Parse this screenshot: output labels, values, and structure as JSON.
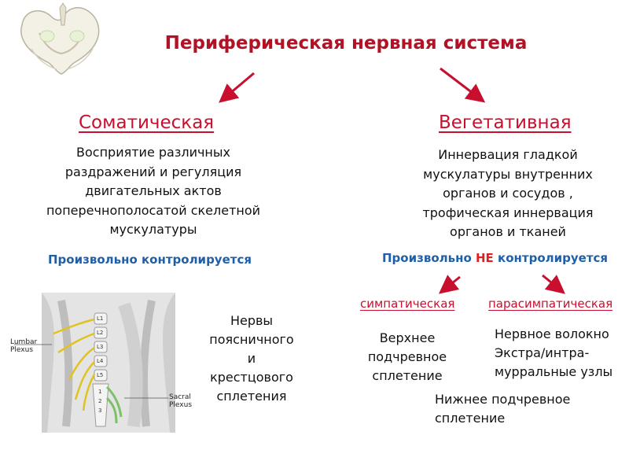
{
  "title": "Периферическая нервная система",
  "somatic": {
    "heading": "Соматическая",
    "description": "Восприятие различных раздражений и регуляция двигательных актов поперечнополосатой скелетной мускулатуры",
    "control": "Произвольно контролируется"
  },
  "autonomic": {
    "heading": "Вегетативная",
    "description": "Иннервация гладкой мускулатуры внутренних органов и сосудов , трофическая иннервация органов и тканей",
    "control_prefix": "Произвольно",
    "control_negation": "НЕ",
    "control_suffix": "контролируется",
    "sympathetic": {
      "label": "симпатическая",
      "note": "Верхнее подчревное сплетение"
    },
    "parasympathetic": {
      "label": "парасимпатическая",
      "note": "Нервное волокно Экстра/интра-мурральные узлы"
    },
    "lower_note": "Нижнее подчревное сплетение"
  },
  "illustration": {
    "lumbar_label": "Lumbar Plexus",
    "sacral_label": "Sacral Plexus",
    "vertebrae": [
      "L1",
      "L2",
      "L3",
      "L4",
      "L5",
      "1",
      "2",
      "3"
    ],
    "caption": "Нервы поясничного и крестцового сплетения"
  },
  "colors": {
    "title": "#b11226",
    "heading": "#c8102e",
    "control_blue": "#1f5fa8",
    "negation_red": "#e02020",
    "arrow": "#c8102e"
  },
  "icons": [
    "pelvis-icon",
    "spine-plexus-illustration"
  ]
}
